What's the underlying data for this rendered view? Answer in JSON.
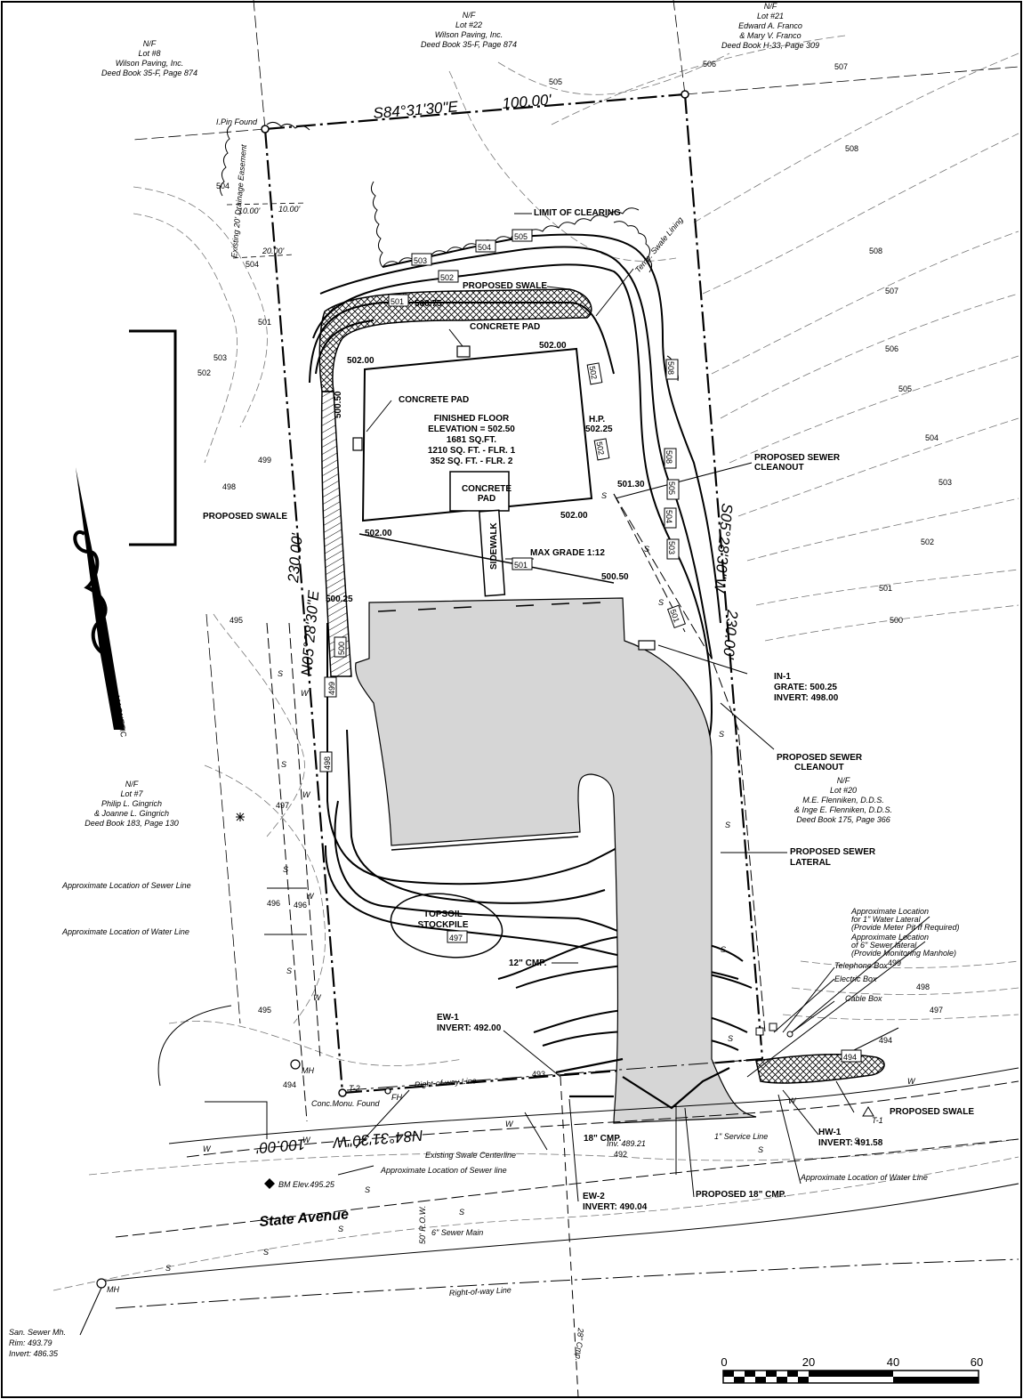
{
  "neighbors": {
    "lot8": [
      "N/F",
      "Lot #8",
      "Wilson Paving, Inc.",
      "Deed Book 35-F, Page 874"
    ],
    "lot22": [
      "N/F",
      "Lot #22",
      "Wilson Paving, Inc.",
      "Deed Book 35-F, Page 874"
    ],
    "lot21": [
      "N/F",
      "Lot #21",
      "Edward A. Franco",
      "& Mary V. Franco",
      "Deed Book H-33, Page 309"
    ],
    "lot7": [
      "N/F",
      "Lot #7",
      "Philip L. Gingrich",
      "& Joanne L. Gingrich",
      "Deed Book 183, Page 130"
    ],
    "lot20": [
      "N/F",
      "Lot #20",
      "M.E. Flenniken, D.D.S.",
      "& Inge E. Flenniken, D.D.S.",
      "Deed Book 175, Page 366"
    ]
  },
  "bearings": {
    "north": "S84°31'30\"E",
    "north_dist": "100.00'",
    "west": "N05°28'30\"E",
    "west_dist": "230.00'",
    "east": "S05°28'30\"W",
    "east_dist": "230.00'",
    "south": "N84°31'30\"W",
    "south_dist": "100.00'"
  },
  "easement": {
    "label": "Existing 20' Drainage Easement",
    "w1": "10.00'",
    "w2": "10.00'",
    "w3": "20.00'"
  },
  "labels": {
    "ipin": "I.Pin Found",
    "limit_clearing": "LIMIT OF CLEARING",
    "swale_lining": "Temp. Swale Lining",
    "swale_top": "PROPOSED SWALE",
    "swale_left": "PROPOSED SWALE",
    "swale_right": "PROPOSED SWALE",
    "concrete_pad_top": "CONCRETE PAD",
    "concrete_pad_left": "CONCRETE PAD",
    "concrete_pad_mid": [
      "CONCRETE",
      "PAD"
    ],
    "finished_floor": [
      "FINISHED FLOOR",
      "ELEVATION = 502.50",
      "1681 SQ.FT.",
      "1210 SQ. FT. - FLR. 1",
      "352 SQ. FT. - FLR. 2"
    ],
    "hp": [
      "H.P.",
      "502.25"
    ],
    "sidewalk": "SIDEWALK",
    "max_grade": "MAX GRADE 1:12",
    "cleanout1": [
      "PROPOSED SEWER",
      "CLEANOUT"
    ],
    "cleanout2": [
      "PROPOSED SEWER",
      "CLEANOUT"
    ],
    "in1": [
      "IN-1",
      "GRATE: 500.25",
      "INVERT: 498.00"
    ],
    "lateral": [
      "PROPOSED SEWER",
      "LATERAL"
    ],
    "topsoil": [
      "TOPSOIL",
      "STOCKPILE"
    ],
    "cmp12": "12\" CMP.",
    "ew1": [
      "EW-1",
      "INVERT: 492.00"
    ],
    "ew2": [
      "EW-2",
      "INVERT: 490.04"
    ],
    "hw1": [
      "HW-1",
      "INVERT: 491.58"
    ],
    "cmp18": [
      "18\" CMP.",
      "Inv. 489.21"
    ],
    "proposed_cmp18": "PROPOSED 18\" CMP.",
    "approx_sewer": "Approximate Location of Sewer Line",
    "approx_water": "Approximate Location of Water Line",
    "approx_sewer2": "Approximate Location of Sewer line",
    "approx_water2": "Approximate Location of Water Line",
    "water_lateral": [
      "Approximate Location",
      "for 1\" Water Lateral",
      "(Provide Meter Pit If Required)"
    ],
    "sewer_lateral_loc": [
      "Approximate Location",
      "of 6\" Sewer lateral",
      "(Provide Monitoring Manhole)"
    ],
    "telephone": "Telephone Box",
    "electric": "Electric Box",
    "cable": "Cable Box",
    "row_top": "Right-of-way Line",
    "row_bottom": "Right-of-way Line",
    "conc_monu": "Conc.Monu. Found",
    "fh": "FH",
    "t2": "T-2",
    "t1": "T-1",
    "mh1": "MH",
    "mh2": "MH",
    "bm": "BM Elev.495.25",
    "street": "State Avenue",
    "sewer_main": "6\" Sewer Main",
    "row_width": "50' R.O.W.",
    "cmp28": "28\" Cmp.",
    "service_line": "1\" Service Line",
    "swale_centerline": "Existing Swale Centerline",
    "san_mh": [
      "San. Sewer Mh.",
      "Rim: 493.79",
      "Invert: 486.35"
    ],
    "magnetic": "MAGNETIC"
  },
  "spot_elevations": [
    "502.00",
    "502.00",
    "502.00",
    "502.00",
    "501.30",
    "500.50",
    "500.25",
    "500.75",
    "500.50"
  ],
  "boxed_contours": [
    "505",
    "504",
    "503",
    "502",
    "501",
    "502",
    "502",
    "501",
    "500",
    "499",
    "498",
    "497",
    "494",
    "508",
    "508",
    "505",
    "504",
    "503",
    "501"
  ],
  "existing_contours": [
    "504",
    "505",
    "506",
    "507",
    "508",
    "508",
    "507",
    "506",
    "505",
    "504",
    "503",
    "502",
    "501",
    "500",
    "499",
    "498",
    "497",
    "496",
    "495",
    "494",
    "493",
    "492",
    "504",
    "503",
    "502",
    "501",
    "499",
    "498",
    "497",
    "496",
    "495",
    "494"
  ],
  "scale": {
    "ticks": [
      "0",
      "20",
      "40",
      "60"
    ]
  }
}
